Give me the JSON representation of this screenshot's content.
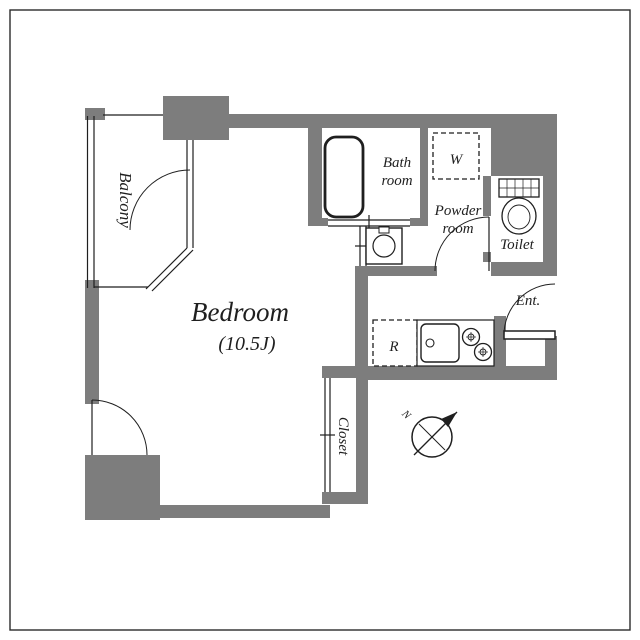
{
  "colors": {
    "wall": "#7d7d7d",
    "line": "#1f1f1f",
    "background": "#ffffff"
  },
  "labels": {
    "balcony": "Balcony",
    "bedroom": "Bedroom",
    "bedroom_size": "(10.5J)",
    "bath_line1": "Bath",
    "bath_line2": "room",
    "powder_line1": "Powder",
    "powder_line2": "room",
    "toilet": "Toilet",
    "entrance": "Ent.",
    "closet": "Closet",
    "washer": "W",
    "refrigerator": "R",
    "compass_north": "N"
  }
}
